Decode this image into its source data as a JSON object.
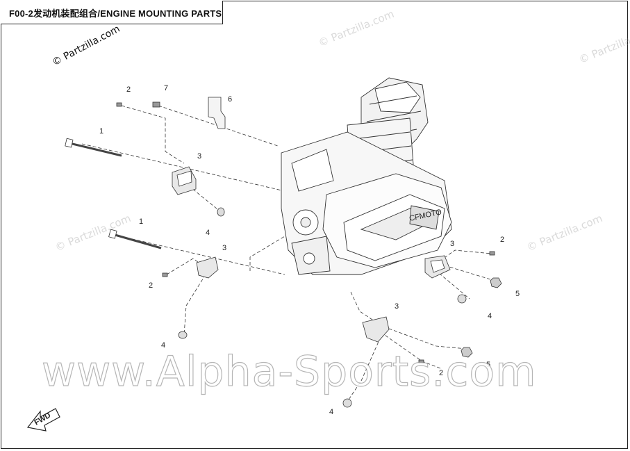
{
  "diagram": {
    "title": "F00-2发动机装配组合/ENGINE MOUNTING PARTS",
    "fwd_label": "FWD",
    "callouts": [
      "1",
      "2",
      "7",
      "6",
      "3",
      "4",
      "1",
      "3",
      "2",
      "4",
      "3",
      "2",
      "5",
      "4",
      "3",
      "5",
      "2",
      "4"
    ],
    "engine_badge": "CFMOTO"
  },
  "watermarks": {
    "partzilla": "© Partzilla.com",
    "alpha_sports": "www.Alpha-Sports.com"
  }
}
